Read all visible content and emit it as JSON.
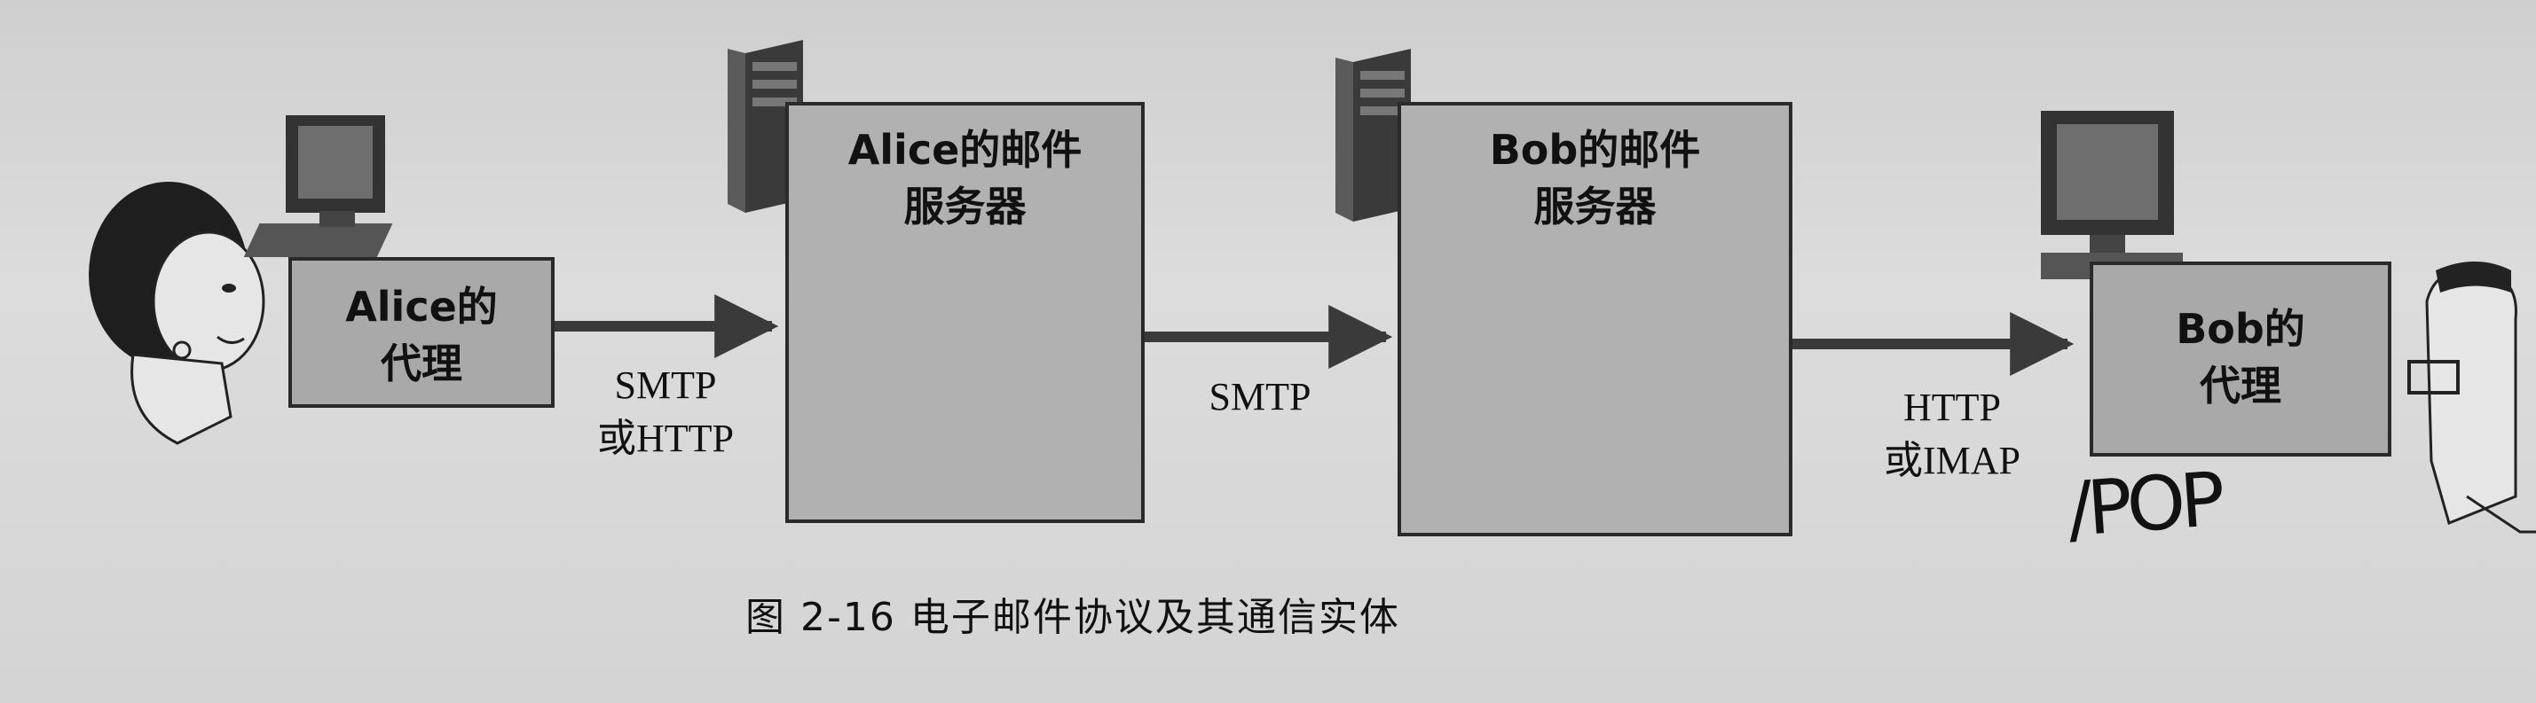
{
  "nodes": {
    "alice_agent": {
      "label": "Alice的\n代理"
    },
    "alice_server": {
      "label": "Alice的邮件\n服务器"
    },
    "bob_server": {
      "label": "Bob的邮件\n服务器"
    },
    "bob_agent": {
      "label": "Bob的\n代理"
    }
  },
  "edges": {
    "alice_to_server": {
      "label": "SMTP\n或HTTP"
    },
    "server_to_server": {
      "label": "SMTP"
    },
    "server_to_bob": {
      "label": "HTTP\n或IMAP"
    }
  },
  "caption": "图 2-16    电子邮件协议及其通信实体",
  "handwritten_note": "/POP",
  "icons": [
    "person-icon",
    "computer-icon",
    "server-tower-icon",
    "mailbox-queue-icon",
    "mail-slot-icon"
  ]
}
